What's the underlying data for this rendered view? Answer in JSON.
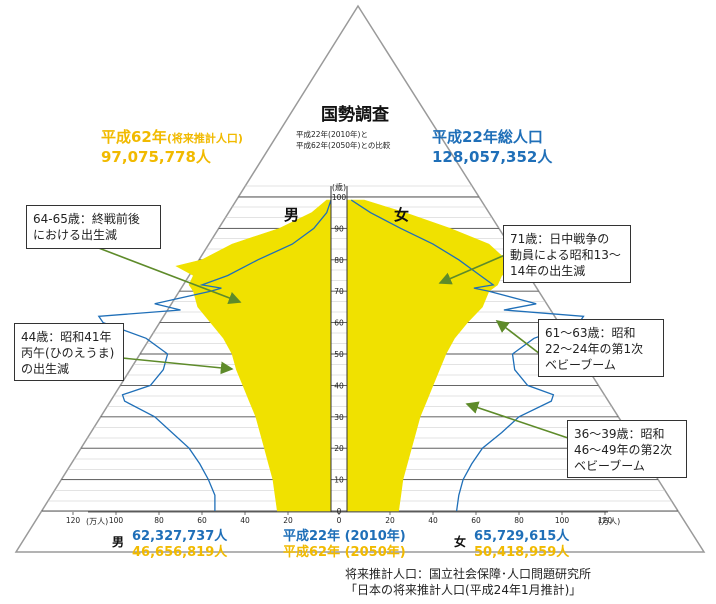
{
  "chart_data": {
    "type": "population-pyramid",
    "title": "国勢調査",
    "subtitle_lines": [
      "平成22年(2010年)と",
      "平成62年(2050年)との比較"
    ],
    "age_axis_unit": "(歳)",
    "age_ticks": [
      "100",
      "90",
      "80",
      "70",
      "60",
      "50",
      "40",
      "30",
      "20",
      "10",
      "0"
    ],
    "x_unit": "(万人)",
    "x_ticks": [
      "120",
      "100",
      "80",
      "60",
      "40",
      "20",
      "0",
      "20",
      "40",
      "60",
      "80",
      "100",
      "120"
    ],
    "sex_labels": {
      "male": "男",
      "female": "女"
    },
    "ylim": [
      0,
      100
    ],
    "xlim": [
      0,
      120
    ],
    "colors": {
      "y2010": "#1f6fb8",
      "y2050": "#f0e100",
      "text2050": "#f1ba00"
    },
    "series": [
      {
        "name": "平成22年 (2010年)",
        "style": "outline",
        "male": [
          [
            0,
            54
          ],
          [
            5,
            54
          ],
          [
            10,
            57
          ],
          [
            15,
            61
          ],
          [
            20,
            66
          ],
          [
            25,
            74
          ],
          [
            30,
            82
          ],
          [
            35,
            96
          ],
          [
            37,
            97
          ],
          [
            40,
            84
          ],
          [
            45,
            78
          ],
          [
            50,
            76
          ],
          [
            55,
            86
          ],
          [
            60,
            106
          ],
          [
            62,
            108
          ],
          [
            64,
            70
          ],
          [
            66,
            82
          ],
          [
            70,
            56
          ],
          [
            71,
            51
          ],
          [
            72,
            60
          ],
          [
            75,
            48
          ],
          [
            80,
            34
          ],
          [
            85,
            18
          ],
          [
            90,
            8
          ],
          [
            95,
            2
          ],
          [
            99,
            0
          ]
        ],
        "female": [
          [
            0,
            51
          ],
          [
            5,
            52
          ],
          [
            10,
            54
          ],
          [
            15,
            58
          ],
          [
            20,
            63
          ],
          [
            25,
            72
          ],
          [
            30,
            80
          ],
          [
            35,
            95
          ],
          [
            37,
            96
          ],
          [
            40,
            84
          ],
          [
            45,
            78
          ],
          [
            50,
            77
          ],
          [
            55,
            87
          ],
          [
            60,
            108
          ],
          [
            62,
            110
          ],
          [
            64,
            73
          ],
          [
            66,
            88
          ],
          [
            70,
            66
          ],
          [
            71,
            59
          ],
          [
            72,
            68
          ],
          [
            75,
            62
          ],
          [
            80,
            52
          ],
          [
            85,
            40
          ],
          [
            90,
            25
          ],
          [
            95,
            11
          ],
          [
            99,
            2
          ]
        ]
      },
      {
        "name": "平成62年 (2050年)",
        "style": "fill",
        "male": [
          [
            0,
            25
          ],
          [
            5,
            26
          ],
          [
            10,
            27
          ],
          [
            15,
            29
          ],
          [
            20,
            31
          ],
          [
            25,
            33
          ],
          [
            30,
            35
          ],
          [
            35,
            38
          ],
          [
            40,
            41
          ],
          [
            45,
            44
          ],
          [
            50,
            46
          ],
          [
            55,
            50
          ],
          [
            60,
            56
          ],
          [
            65,
            62
          ],
          [
            70,
            64
          ],
          [
            72,
            66
          ],
          [
            75,
            64
          ],
          [
            78,
            72
          ],
          [
            80,
            60
          ],
          [
            85,
            46
          ],
          [
            90,
            24
          ],
          [
            95,
            9
          ],
          [
            99,
            2
          ]
        ],
        "female": [
          [
            0,
            24
          ],
          [
            5,
            25
          ],
          [
            10,
            26
          ],
          [
            15,
            28
          ],
          [
            20,
            30
          ],
          [
            25,
            32
          ],
          [
            30,
            34
          ],
          [
            35,
            37
          ],
          [
            40,
            40
          ],
          [
            45,
            43
          ],
          [
            50,
            46
          ],
          [
            55,
            50
          ],
          [
            60,
            56
          ],
          [
            65,
            63
          ],
          [
            70,
            66
          ],
          [
            72,
            70
          ],
          [
            75,
            72
          ],
          [
            78,
            80
          ],
          [
            80,
            74
          ],
          [
            85,
            66
          ],
          [
            90,
            48
          ],
          [
            95,
            27
          ],
          [
            99,
            8
          ]
        ]
      }
    ],
    "summary": {
      "left_header": {
        "label": "平成62年",
        "note": "(将来推計人口)",
        "value": "97,075,778人"
      },
      "right_header": {
        "label": "平成22年総人口",
        "value": "128,057,352人"
      },
      "center_2010": "平成22年 (2010年)",
      "center_2050": "平成62年 (2050年)",
      "male_2010": "62,327,737人",
      "male_2050": "46,656,819人",
      "female_2010": "65,729,615人",
      "female_2050": "50,418,959人"
    },
    "annotations": [
      {
        "text": "64-65歳：終戦前後\nにおける出生減",
        "age": 66,
        "side": "left"
      },
      {
        "text": "44歳：昭和41年\n丙午(ひのえうま)\nの出生減",
        "age": 44,
        "side": "left"
      },
      {
        "text": "71歳：日中戦争の\n動員による昭和13～\n14年の出生減",
        "age": 71,
        "side": "right"
      },
      {
        "text": "61～63歳：昭和\n22～24年の第1次\nベビーブーム",
        "age": 62,
        "side": "right"
      },
      {
        "text": "36～39歳：昭和\n46～49年の第2次\nベビーブーム",
        "age": 37,
        "side": "right"
      }
    ],
    "source": [
      "将来推計人口：国立社会保障･人口問題研究所",
      "「日本の将来推計人口(平成24年1月推計)」"
    ]
  }
}
